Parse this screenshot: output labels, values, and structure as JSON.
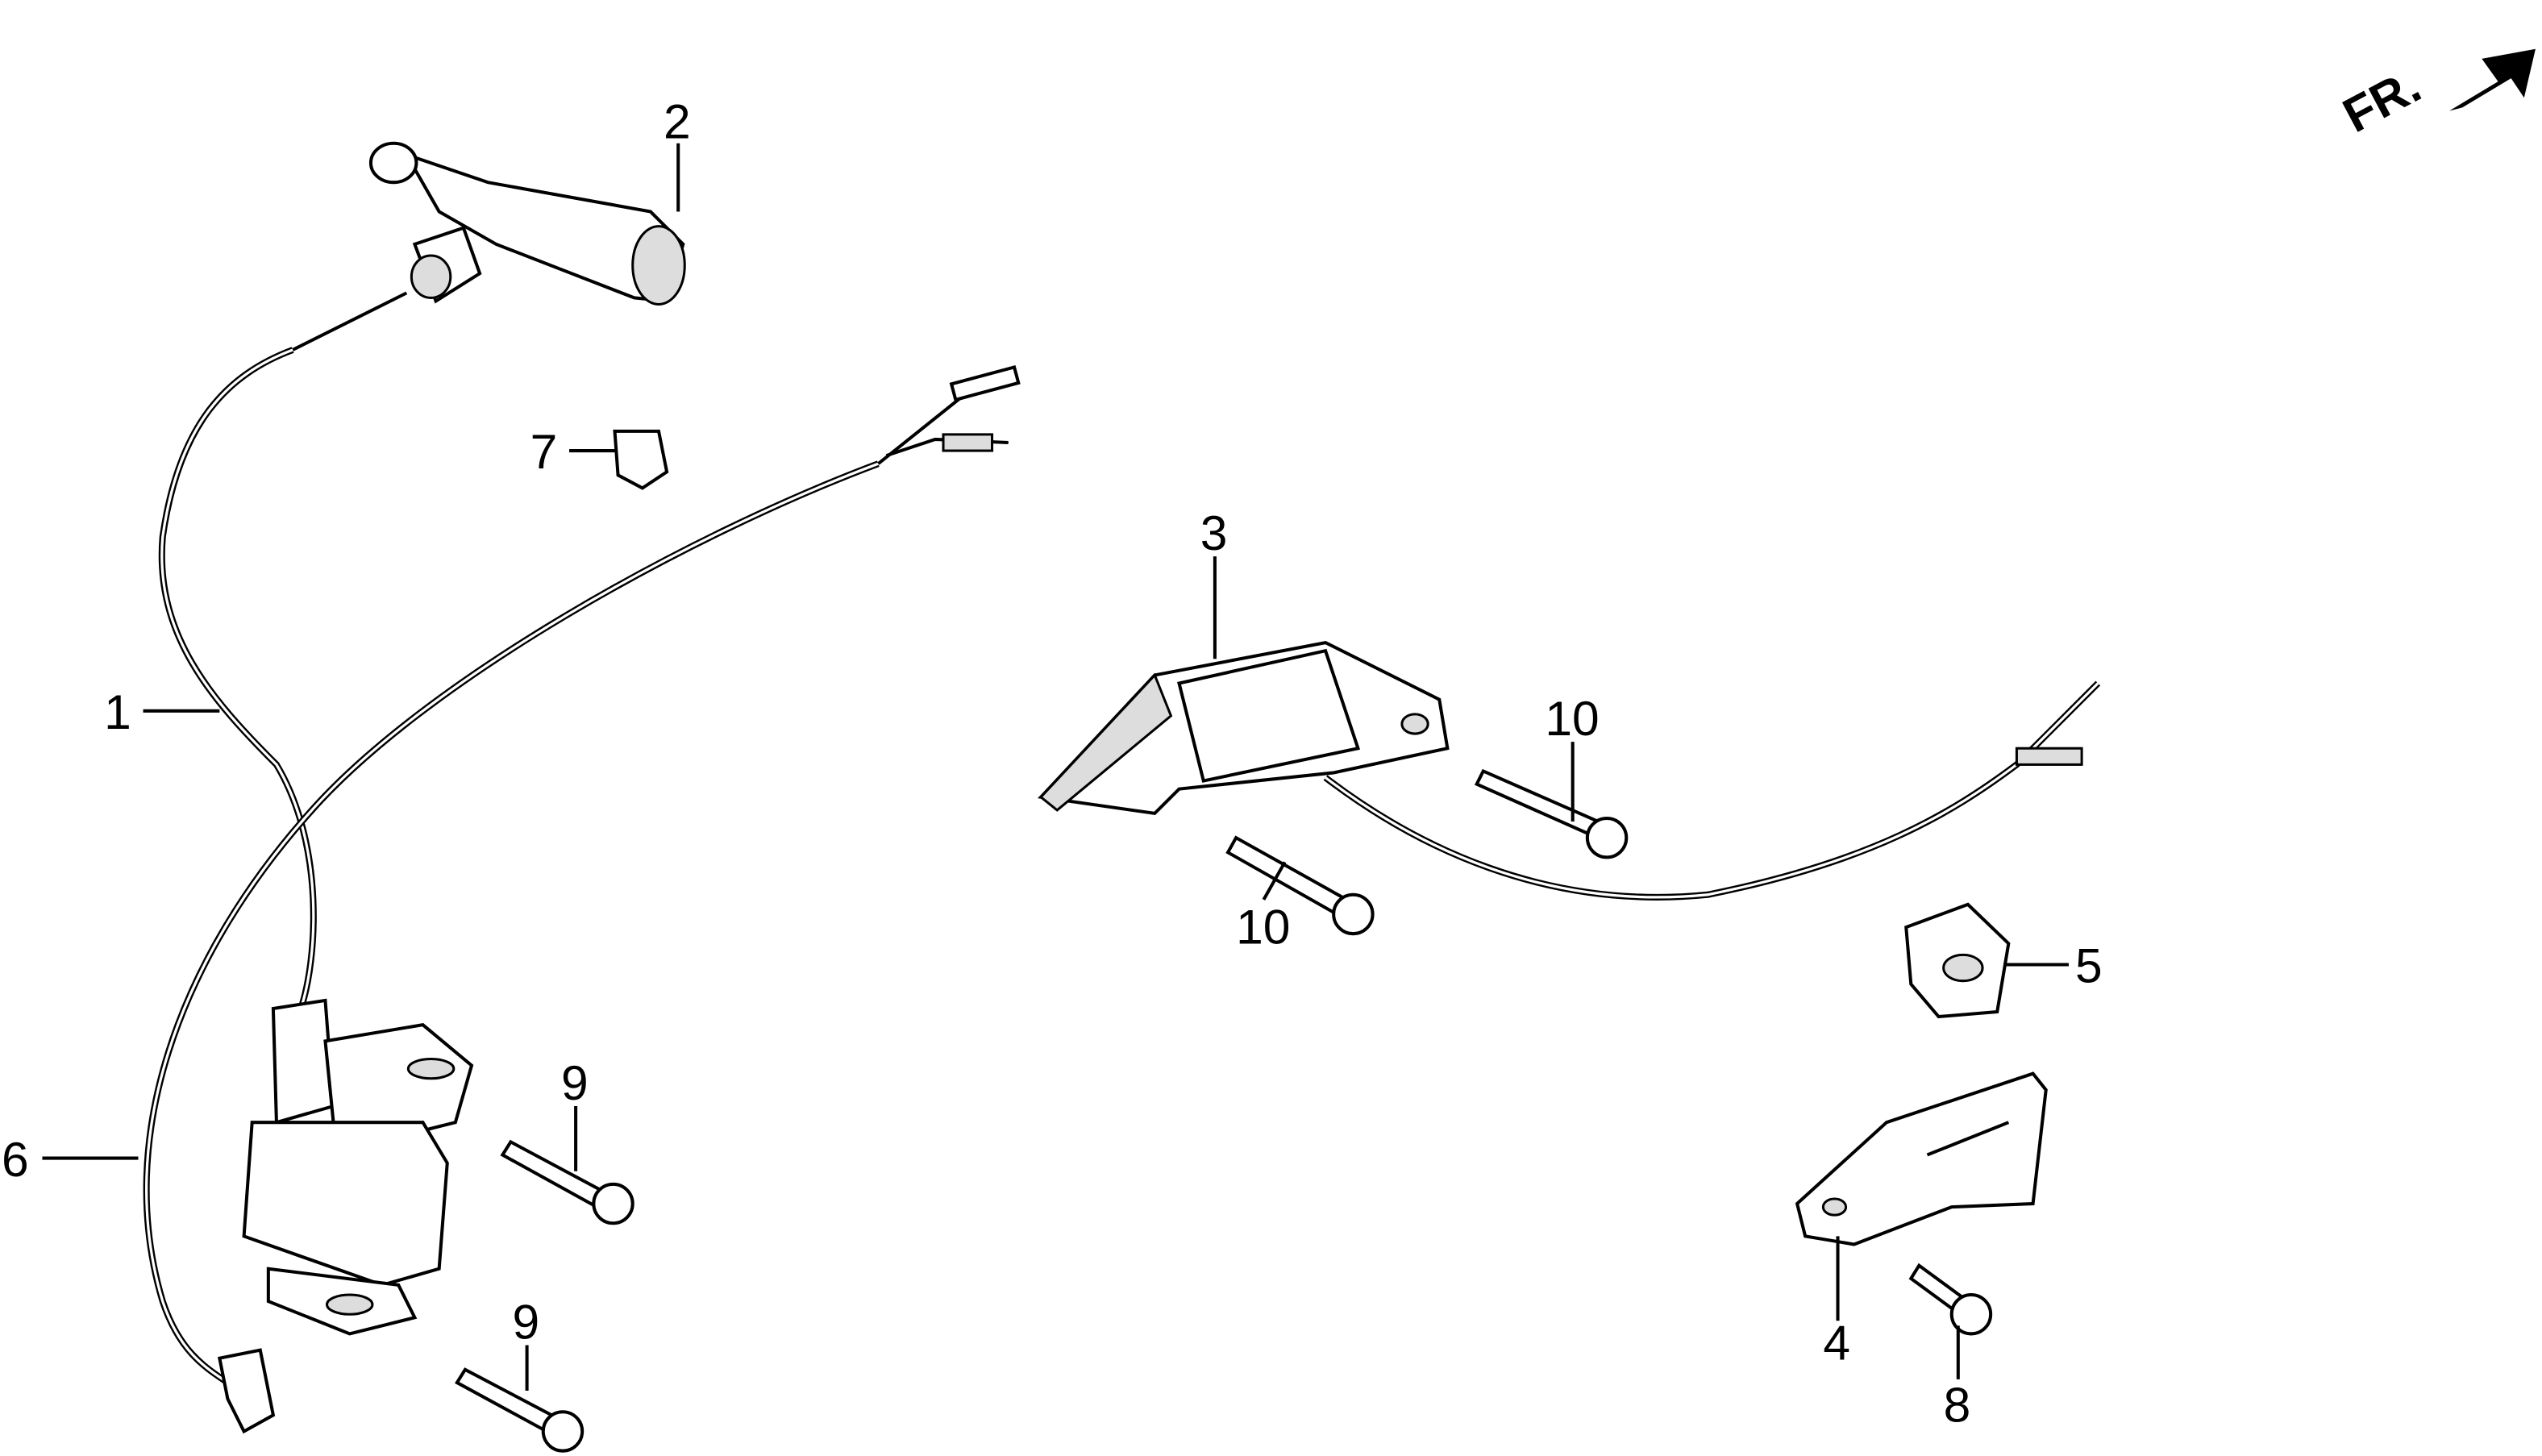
{
  "diagram": {
    "direction_marker": {
      "text": "FR.",
      "icon": "arrow-up-right-icon"
    },
    "callouts": [
      {
        "number": "1",
        "part": "ignition-coil-cable"
      },
      {
        "number": "2",
        "part": "spark-plug-cap"
      },
      {
        "number": "3",
        "part": "charge-coil"
      },
      {
        "number": "4",
        "part": "bracket-plate"
      },
      {
        "number": "5",
        "part": "grommet"
      },
      {
        "number": "6",
        "part": "stop-wire"
      },
      {
        "number": "7",
        "part": "clip"
      },
      {
        "number": "8",
        "part": "bolt"
      },
      {
        "number": "9",
        "part": "flange-bolt"
      },
      {
        "number": "9",
        "part": "flange-bolt"
      },
      {
        "number": "10",
        "part": "flange-bolt"
      },
      {
        "number": "10",
        "part": "flange-bolt"
      }
    ]
  }
}
